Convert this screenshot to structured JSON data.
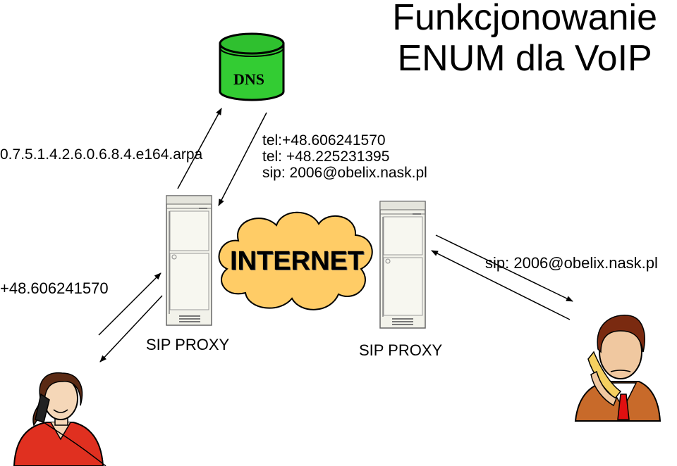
{
  "title": {
    "line1": "Funkcjonowanie",
    "line2": "ENUM dla VoIP"
  },
  "dns_label": "DNS",
  "enum_domain": "0.7.5.1.4.2.6.0.6.8.4.e164.arpa",
  "naptr_records": [
    "tel:+48.606241570",
    "tel: +48.225231395",
    "sip: 2006@obelix.nask.pl"
  ],
  "caller_number": "+48.606241570",
  "internet_label": "INTERNET",
  "proxy_left_label": "SIP PROXY",
  "proxy_right_label": "SIP PROXY",
  "callee_uri": "sip: 2006@obelix.nask.pl",
  "colors": {
    "dns_fill": "#33cc33",
    "cloud_fill": "#ffcc66",
    "server_fill": "#f2f2ea",
    "caller_shirt": "#e03020",
    "callee_jacket": "#c86a2a",
    "callee_tie": "#e01010"
  },
  "icons": [
    "dns-database-icon",
    "server-icon",
    "cloud-icon",
    "caller-woman-icon",
    "callee-man-icon",
    "arrow-icon"
  ]
}
